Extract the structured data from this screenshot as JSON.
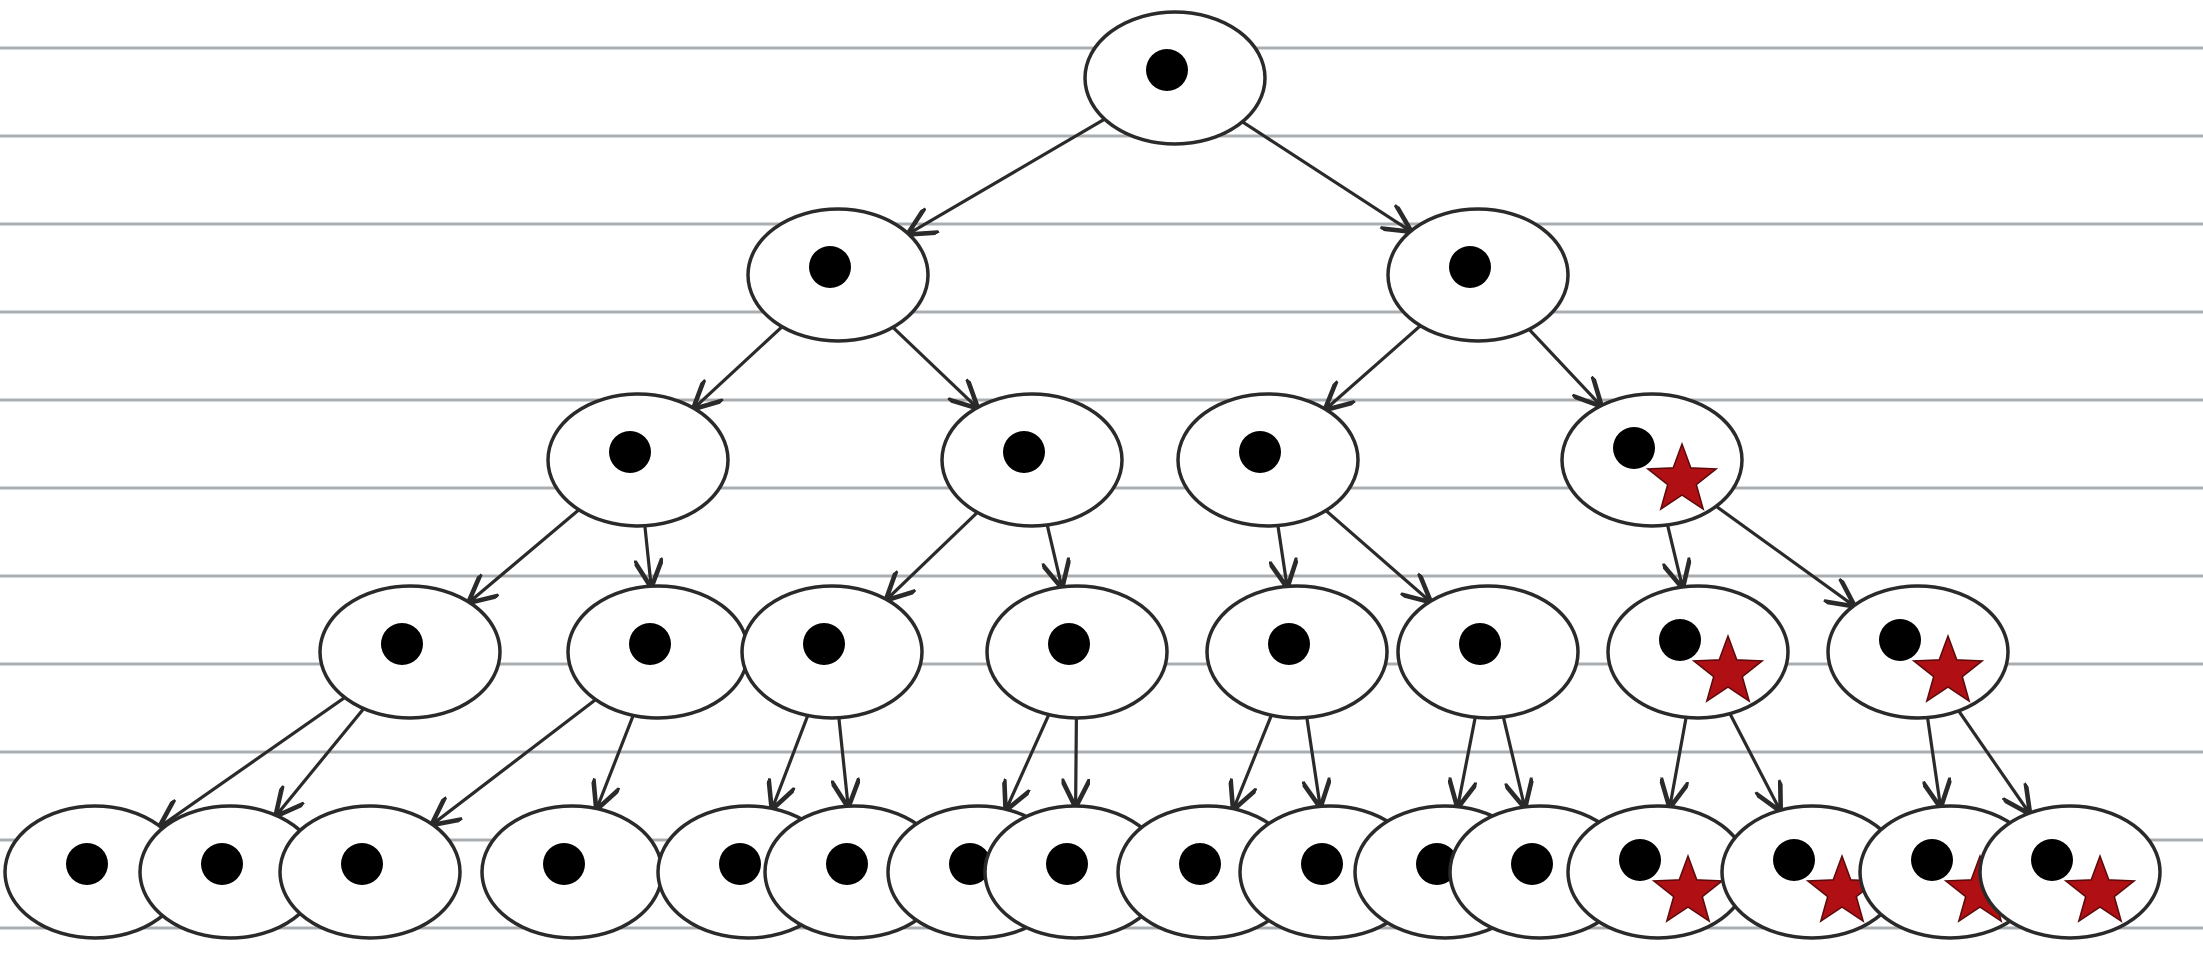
{
  "diagram": {
    "background": "#ffffff",
    "line_color": "#a9aeb2",
    "node_stroke": "#2a2a2a",
    "node_fill": "#ffffff",
    "nucleus_color": "#000000",
    "star_color": "#b00f14",
    "star_outline": "#5a0a0a",
    "arrow_color": "#2a2a2a",
    "generations": 5,
    "nodes_per_generation": [
      1,
      2,
      4,
      8,
      16
    ],
    "marked": {
      "generation_3": [
        3
      ],
      "generation_4": [
        6,
        7
      ],
      "generation_5": [
        12,
        13,
        14,
        15
      ]
    },
    "icons": {
      "node": "cell-icon",
      "nucleus": "nucleus-dot-icon",
      "marker": "star-icon",
      "edge": "arrow-icon"
    }
  }
}
